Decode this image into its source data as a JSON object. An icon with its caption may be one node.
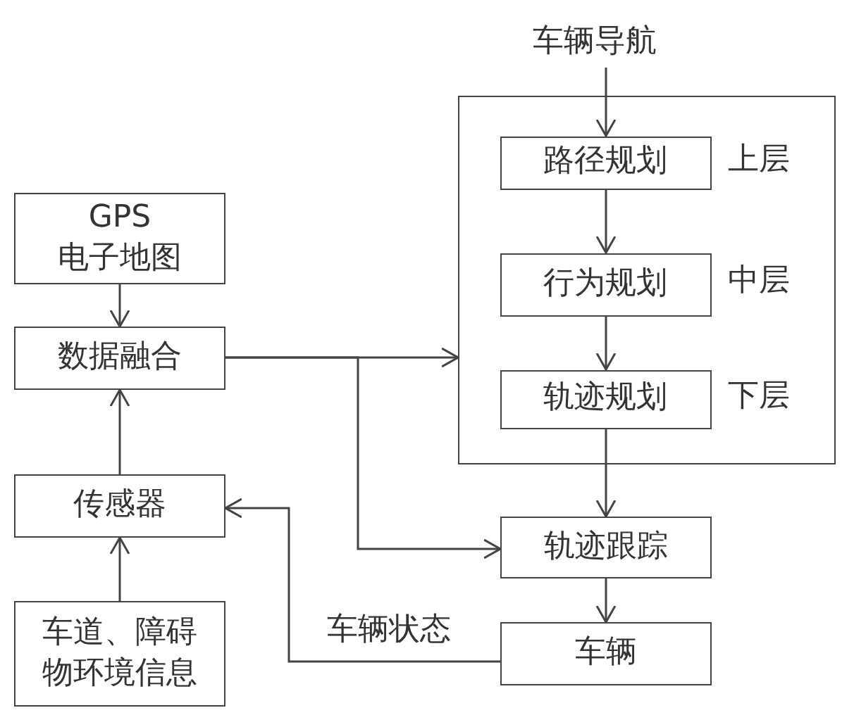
{
  "diagram": {
    "nodes": [
      {
        "text": [
          "车辆导航"
        ]
      },
      {
        "text": [
          "GPS",
          "电子地图"
        ]
      },
      {
        "text": [
          "数据融合"
        ]
      },
      {
        "text": [
          "传感器"
        ]
      },
      {
        "text": [
          "车道、障碍物环境信息"
        ]
      },
      {
        "text": [],
        "shape": "box"
      },
      {
        "text": [
          "路径规划"
        ],
        "in": 5,
        "beside": [
          "上层"
        ]
      },
      {
        "text": [
          "行为规划"
        ],
        "in": 5,
        "beside": [
          "中层"
        ]
      },
      {
        "text": [
          "轨迹规划"
        ],
        "in": 5,
        "beside": [
          "下层"
        ]
      },
      {
        "text": [
          "轨迹跟踪"
        ]
      },
      {
        "text": [
          "车辆"
        ]
      }
    ],
    "edges": [
      {
        "from": 0,
        "to": 6,
        "arrow": "to"
      },
      {
        "from": 1,
        "to": 2,
        "arrow": "to"
      },
      {
        "from": 3,
        "to": 2,
        "arrow": "to"
      },
      {
        "from": 4,
        "to": 3,
        "arrow": "to"
      },
      {
        "from": 2,
        "to": 5,
        "arrow": "to"
      },
      {
        "from": 2,
        "to": 9,
        "arrow": "to"
      },
      {
        "from": 6,
        "to": 7,
        "arrow": "to"
      },
      {
        "from": 7,
        "to": 8,
        "arrow": "to"
      },
      {
        "from": 8,
        "to": 9,
        "arrow": "to"
      },
      {
        "from": 9,
        "to": 10,
        "arrow": "to"
      },
      {
        "from": 10,
        "to": 3,
        "arrow": "to",
        "label": "车辆状态"
      }
    ]
  }
}
